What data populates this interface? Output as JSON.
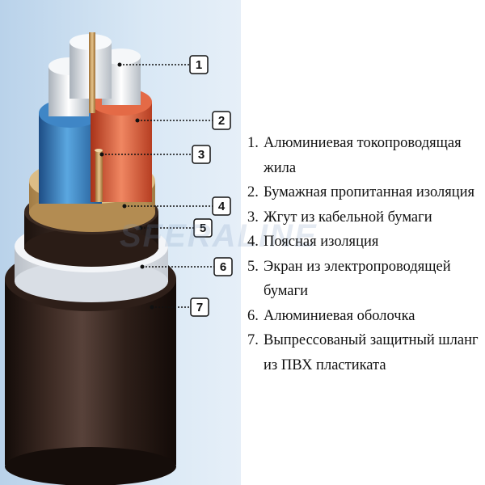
{
  "colors": {
    "background": "#ffffff",
    "panel": "#d4e5f3",
    "sheath": "#2c1d17",
    "aluminium_shell": "#e9edf3",
    "screen_paper": "#3a2a22",
    "belt_insulation": "#c9a670",
    "core_blue": "#2f6fae",
    "core_red": "#d8583a",
    "conductor": "#e8ecf0"
  },
  "callouts": [
    "1",
    "2",
    "3",
    "4",
    "5",
    "6",
    "7"
  ],
  "legend": [
    {
      "num": "1.",
      "text": "Алюминиевая токопроводящая жила"
    },
    {
      "num": "2.",
      "text": "Бумажная пропитанная изоляция"
    },
    {
      "num": "3.",
      "text": "Жгут из кабельной бумаги"
    },
    {
      "num": "4.",
      "text": "Поясная изоляция"
    },
    {
      "num": "5.",
      "text": "Экран из электропроводящей бумаги"
    },
    {
      "num": "6.",
      "text": "Алюминиевая оболочка"
    },
    {
      "num": "7.",
      "text": "Выпрессованый защитный шланг из ПВХ пластиката"
    }
  ],
  "watermark": "SFERALINE"
}
